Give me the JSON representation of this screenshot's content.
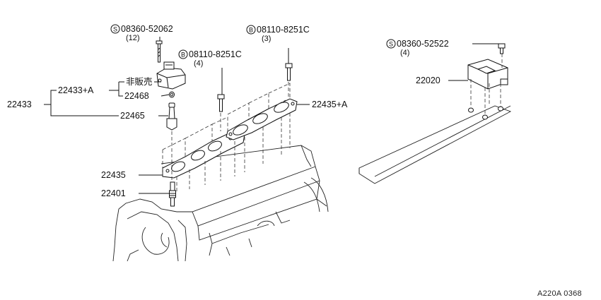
{
  "labels": {
    "bolt_s_52062": "08360-52062",
    "bolt_s_52062_qty": "(12)",
    "bolt_b_8251c_left": "08110-8251C",
    "bolt_b_8251c_left_qty": "(4)",
    "bolt_b_8251c_right": "08110-8251C",
    "bolt_b_8251c_right_qty": "(3)",
    "bolt_s_52522": "08360-52522",
    "bolt_s_52522_qty": "(4)",
    "coil_group": "22433",
    "coil": "22433+A",
    "not_sold": "非販売",
    "coil_seal": "22468",
    "coil_boot": "22465",
    "plate_right": "22435+A",
    "plate_left": "22435",
    "spark_plug": "22401",
    "ignitor": "22020",
    "sym_s": "S",
    "sym_b": "B",
    "diagram_ref": "A220A 0368"
  }
}
